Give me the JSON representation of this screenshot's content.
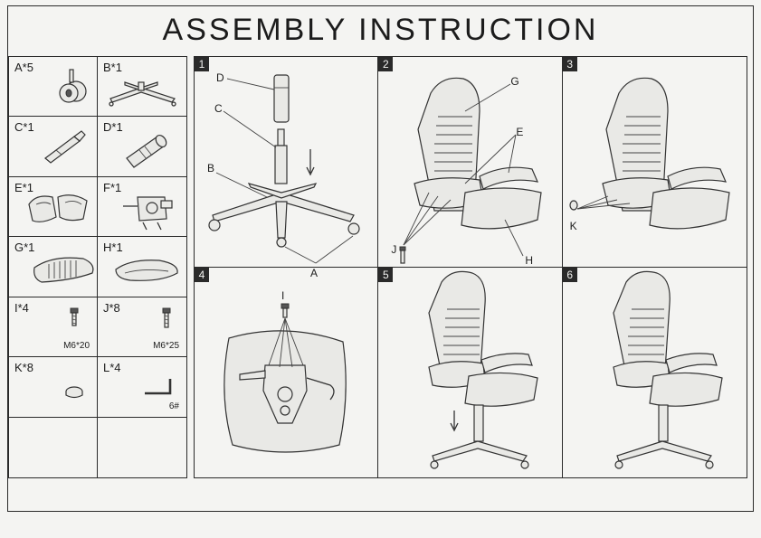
{
  "title": "ASSEMBLY INSTRUCTION",
  "parts": [
    {
      "label": "A*5",
      "size": "",
      "icon": "caster-wheel-icon"
    },
    {
      "label": "B*1",
      "size": "",
      "icon": "five-star-base-icon"
    },
    {
      "label": "C*1",
      "size": "",
      "icon": "gas-lift-icon"
    },
    {
      "label": "D*1",
      "size": "",
      "icon": "gas-lift-cover-icon"
    },
    {
      "label": "E*1",
      "size": "",
      "icon": "armrest-icon"
    },
    {
      "label": "F*1",
      "size": "",
      "icon": "tilt-mechanism-icon"
    },
    {
      "label": "G*1",
      "size": "",
      "icon": "backrest-icon"
    },
    {
      "label": "H*1",
      "size": "",
      "icon": "seat-cushion-icon"
    },
    {
      "label": "I*4",
      "size": "M6*20",
      "icon": "bolt-icon"
    },
    {
      "label": "J*8",
      "size": "M6*25",
      "icon": "bolt-icon"
    },
    {
      "label": "K*8",
      "size": "",
      "icon": "cap-icon"
    },
    {
      "label": "L*4",
      "size": "6#",
      "icon": "allen-key-icon"
    },
    {
      "label": "",
      "size": "",
      "icon": ""
    },
    {
      "label": "",
      "size": "",
      "icon": ""
    }
  ],
  "steps": [
    {
      "number": "1",
      "callouts": {
        "d": "D",
        "c": "C",
        "b": "B",
        "a": "A"
      }
    },
    {
      "number": "2",
      "callouts": {
        "g": "G",
        "e": "E",
        "j": "J",
        "h": "H"
      }
    },
    {
      "number": "3",
      "callouts": {
        "k": "K"
      }
    },
    {
      "number": "4",
      "callouts": {
        "i": "I"
      }
    },
    {
      "number": "5",
      "callouts": {}
    },
    {
      "number": "6",
      "callouts": {}
    }
  ]
}
